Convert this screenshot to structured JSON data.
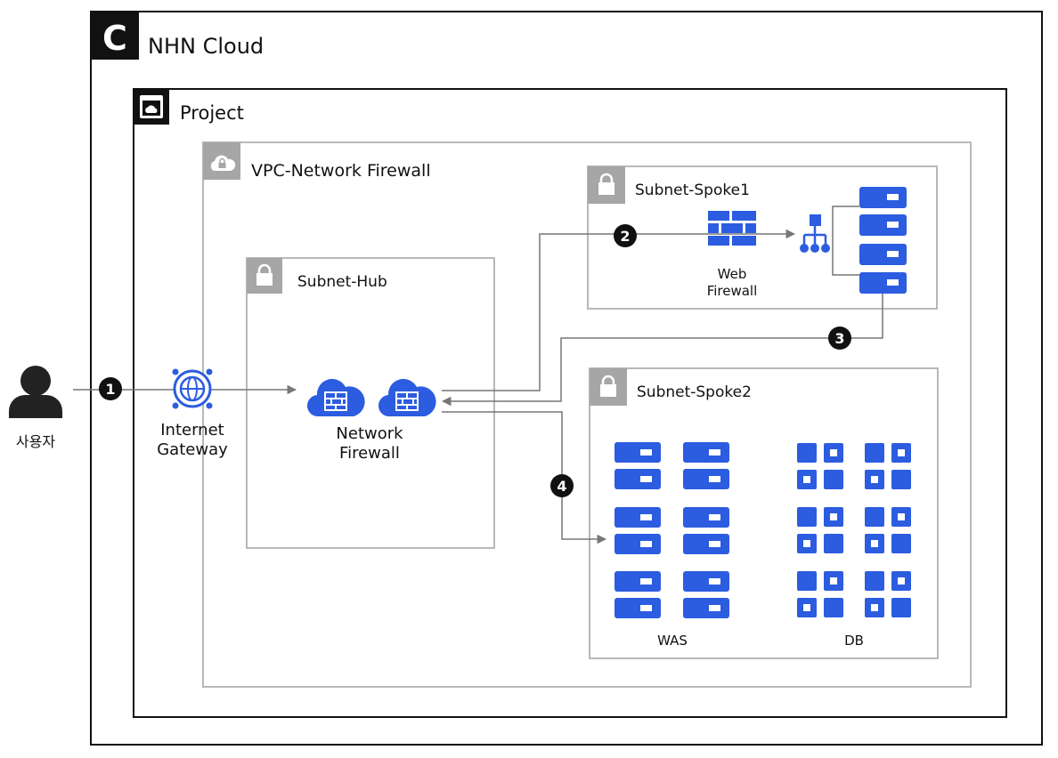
{
  "cloud": {
    "badge": "C",
    "title": "NHN Cloud"
  },
  "project": {
    "title": "Project"
  },
  "vpc": {
    "title": "VPC-Network Firewall"
  },
  "subnets": {
    "hub": "Subnet-Hub",
    "spoke1": "Subnet-Spoke1",
    "spoke2": "Subnet-Spoke2"
  },
  "user": {
    "label": "사용자"
  },
  "gateway": {
    "line1": "Internet",
    "line2": "Gateway"
  },
  "network_firewall": {
    "line1": "Network",
    "line2": "Firewall"
  },
  "web_firewall": {
    "line1": "Web",
    "line2": "Firewall"
  },
  "groups": {
    "was": "WAS",
    "db": "DB"
  },
  "steps": [
    "1",
    "2",
    "3",
    "4"
  ],
  "colors": {
    "accent_blue": "#2c5ce0",
    "border_dark": "#111111",
    "border_gray": "#b8b8b8",
    "lock_gray": "#a6a6a6",
    "line_gray": "#777777"
  }
}
